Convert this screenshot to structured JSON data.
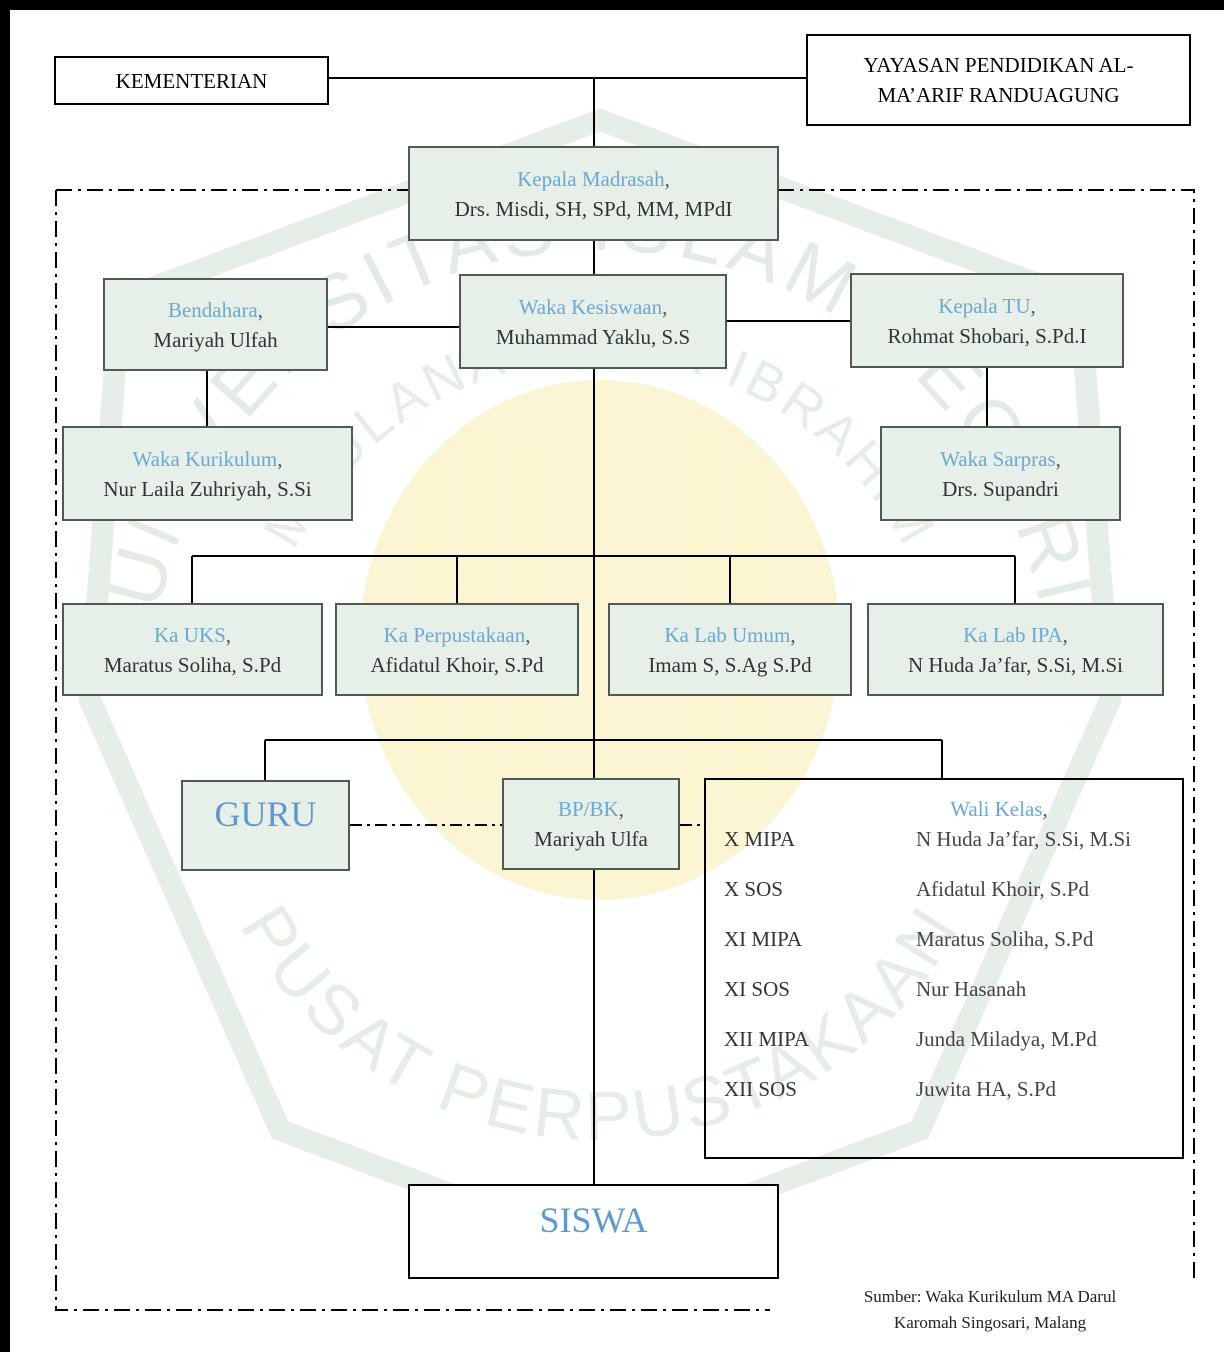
{
  "boxes": {
    "kementerian": {
      "label": "KEMENTERIAN"
    },
    "yayasan": {
      "line1": "YAYASAN PENDIDIKAN AL-",
      "line2": "MA’ARIF RANDUAGUNG"
    },
    "kepala_madrasah": {
      "role": "Kepala Madrasah",
      "name": "Drs. Misdi, SH, SPd, MM, MPdI"
    },
    "bendahara": {
      "role": "Bendahara",
      "name": "Mariyah Ulfah"
    },
    "waka_kesiswaan": {
      "role": "Waka Kesiswaan",
      "name": "Muhammad Yaklu, S.S"
    },
    "kepala_tu": {
      "role": "Kepala TU",
      "name": "Rohmat Shobari, S.Pd.I"
    },
    "waka_kurikulum": {
      "role": "Waka Kurikulum",
      "name": "Nur Laila Zuhriyah, S.Si"
    },
    "waka_sarpras": {
      "role": "Waka Sarpras",
      "name": "Drs. Supandri"
    },
    "ka_uks": {
      "role": "Ka UKS",
      "name": "Maratus Soliha, S.Pd"
    },
    "ka_perpustakaan": {
      "role": "Ka Perpustakaan",
      "name": "Afidatul Khoir, S.Pd"
    },
    "ka_lab_umum": {
      "role": "Ka Lab Umum",
      "name": "Imam S, S.Ag S.Pd"
    },
    "ka_lab_ipa": {
      "role": "Ka Lab IPA",
      "name": "N Huda Ja’far, S.Si, M.Si"
    },
    "guru": {
      "label": "GURU"
    },
    "bpbk": {
      "role": "BP/BK",
      "name": "Mariyah Ulfa"
    },
    "siswa": {
      "label": "SISWA"
    }
  },
  "wali_kelas": {
    "title": "Wali Kelas",
    "rows": [
      {
        "class": "X MIPA",
        "teacher": "N Huda Ja’far, S.Si, M.Si"
      },
      {
        "class": "X SOS",
        "teacher": "Afidatul Khoir, S.Pd"
      },
      {
        "class": "XI MIPA",
        "teacher": "Maratus Soliha, S.Pd"
      },
      {
        "class": "XI SOS",
        "teacher": "Nur Hasanah"
      },
      {
        "class": "XII MIPA",
        "teacher": "Junda Miladya, M.Pd"
      },
      {
        "class": "XII SOS",
        "teacher": "Juwita HA, S.Pd"
      }
    ]
  },
  "source": {
    "line1": "Sumber: Waka Kurikulum MA Darul",
    "line2": "Karomah Singosari, Malang"
  },
  "watermark": {
    "arc_top": "UNIVERSITAS ISLAM NEGERI",
    "arc_inner": "MAULANA MALIK IBRAHIM",
    "arc_bottom": "PUSAT PERPUSTAKAAN"
  },
  "colors": {
    "role_text": "#6aa8d6",
    "box_fill_watermark": "#e7f0e8",
    "watermark_green": "#dde8df",
    "watermark_yellow": "#fbf3c2"
  }
}
